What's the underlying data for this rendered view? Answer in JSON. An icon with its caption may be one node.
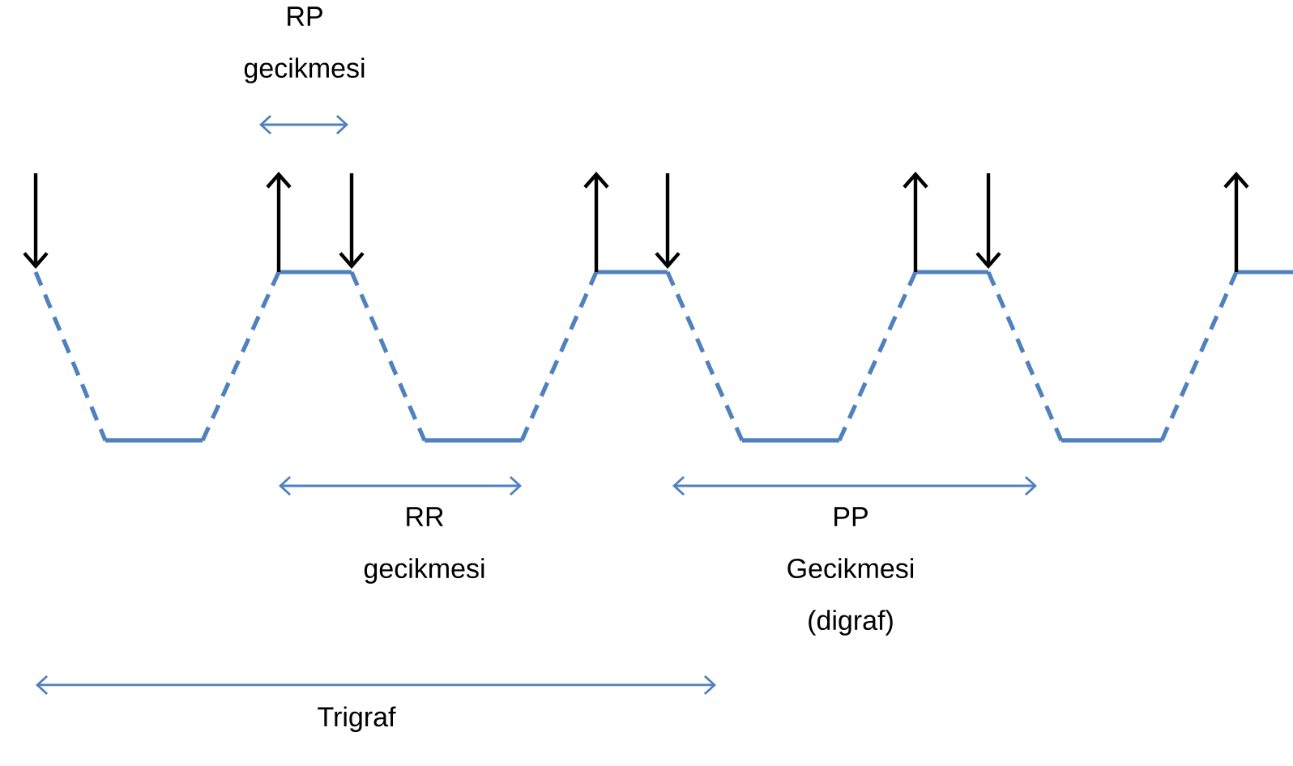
{
  "diagram": {
    "labels": [
      "RP gecikmesi",
      "RR gecikmesi",
      "PP Gecikmesi (digraf)",
      "Trigraf"
    ]
  }
}
